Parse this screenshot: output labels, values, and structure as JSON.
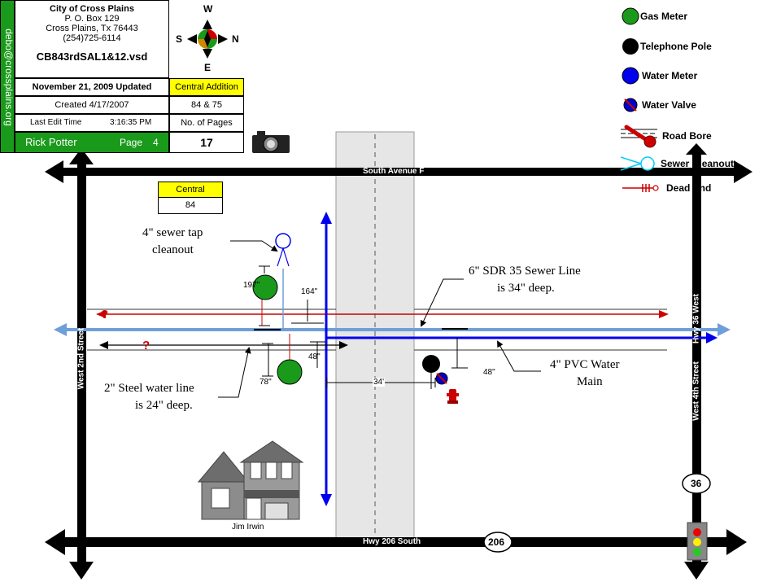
{
  "title_block": {
    "org_name": "City of Cross Plains",
    "address_line1": "P. O. Box 129",
    "address_line2": "Cross Plains, Tx  76443",
    "phone": "(254)725-6114",
    "file_name": "CB843rdSAL1&12.vsd",
    "side_email": "debo@crossplains.org",
    "updated": "November 21, 2009 Updated",
    "addition": "Central Addition",
    "created": "Created 4/17/2007",
    "block_lot": "84 & 75",
    "last_edit_label": "Last Edit Time",
    "last_edit_time": "3:16:35 PM",
    "pages_label": "No. of Pages",
    "author": "Rick Potter",
    "page_label": "Page",
    "page_number": "4",
    "page_count": "17"
  },
  "compass": {
    "north": "N",
    "south": "S",
    "east": "E",
    "west": "W"
  },
  "legend": [
    {
      "label": "Gas Meter",
      "icon": "gas-meter-icon",
      "color": "#1a9a1a"
    },
    {
      "label": "Telephone Pole",
      "icon": "telephone-pole-icon",
      "color": "#000000"
    },
    {
      "label": "Water Meter",
      "icon": "water-meter-icon",
      "color": "#0000ff"
    },
    {
      "label": "Water Valve",
      "icon": "water-valve-icon",
      "color": "#0000cc"
    },
    {
      "label": "Road Bore",
      "icon": "road-bore-icon",
      "color": "#cc0000"
    },
    {
      "label": "Sewer Cleanout",
      "icon": "sewer-cleanout-icon",
      "color": "#00ccff"
    },
    {
      "label": "Dead End",
      "icon": "dead-end-icon",
      "color": "#cc0000"
    }
  ],
  "streets": {
    "south_avenue": "South Avenue F",
    "hwy_206": "Hwy 206 South",
    "hwy_206_shield": "206",
    "west_2nd": "West 2nd Street",
    "west_4th": "West 4th Street",
    "hwy_36_west": "Hwy 36 West",
    "hwy_36_shield": "36"
  },
  "block_label": {
    "addition": "Central",
    "block": "84"
  },
  "annotations": {
    "sewer_tap": [
      "4\" sewer tap",
      "cleanout"
    ],
    "sewer_line": [
      "6\" SDR 35 Sewer Line",
      "is 34\" deep."
    ],
    "water_main": [
      "4\" PVC Water",
      "Main"
    ],
    "steel_water": [
      "2\" Steel water line",
      "is 24\" deep."
    ],
    "house_owner": "Jim Irwin"
  },
  "dimensions": {
    "d197": "197\"",
    "d164": "164\"",
    "d48a": "48\"",
    "d78": "78\"",
    "d34": "34'",
    "d48b": "48\""
  },
  "colors": {
    "sewer_line": "#6f9fd8",
    "water_main": "#0000ee",
    "steel_water": "#000000",
    "gas_line": "#cc0000",
    "road": "#000000",
    "alley": "#e6e6e6"
  }
}
